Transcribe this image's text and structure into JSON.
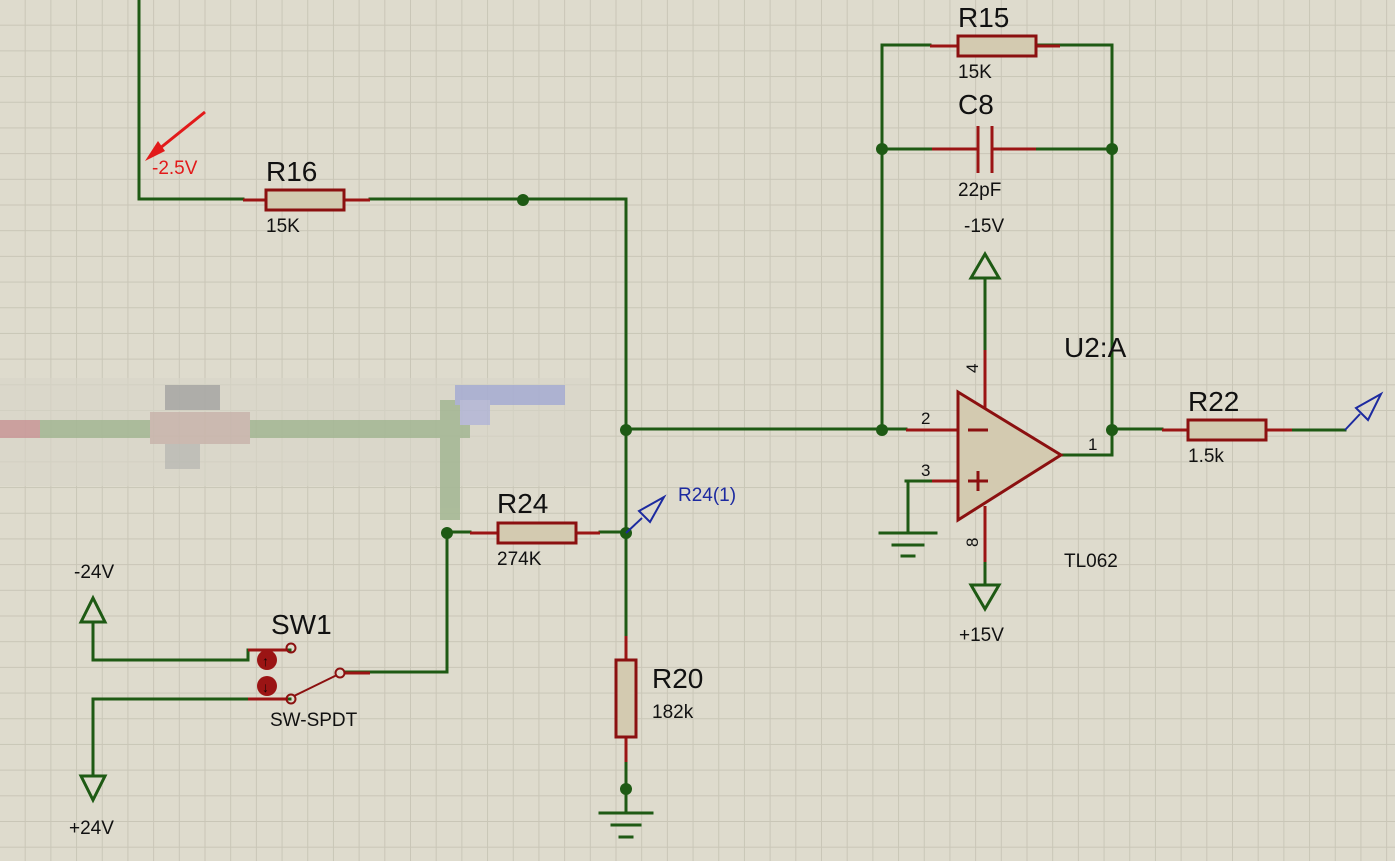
{
  "annotation": {
    "voltage_label": "-2.5V",
    "color": "#e21a1a"
  },
  "components": {
    "r15": {
      "ref": "R15",
      "value": "15K"
    },
    "c8": {
      "ref": "C8",
      "value": "22pF"
    },
    "r16": {
      "ref": "R16",
      "value": "15K"
    },
    "r24": {
      "ref": "R24",
      "value": "274K"
    },
    "r20": {
      "ref": "R20",
      "value": "182k"
    },
    "r22": {
      "ref": "R22",
      "value": "1.5k"
    },
    "sw1": {
      "ref": "SW1",
      "value": "SW-SPDT"
    },
    "u2a": {
      "ref": "U2:A",
      "value": "TL062",
      "pins": {
        "p1": "1",
        "p2": "2",
        "p3": "3",
        "p4": "4",
        "p8": "8"
      }
    }
  },
  "rails": {
    "neg15": "-15V",
    "pos15": "+15V",
    "neg24": "-24V",
    "pos24": "+24V"
  },
  "probe": {
    "label": "R24(1)",
    "color": "#1c2aa0"
  },
  "colors": {
    "wire": "#1e5a14",
    "component_outline": "#8b1010",
    "component_fill": "#d3cab0",
    "background": "#dedbcd",
    "grid": "#c9c6b7"
  }
}
